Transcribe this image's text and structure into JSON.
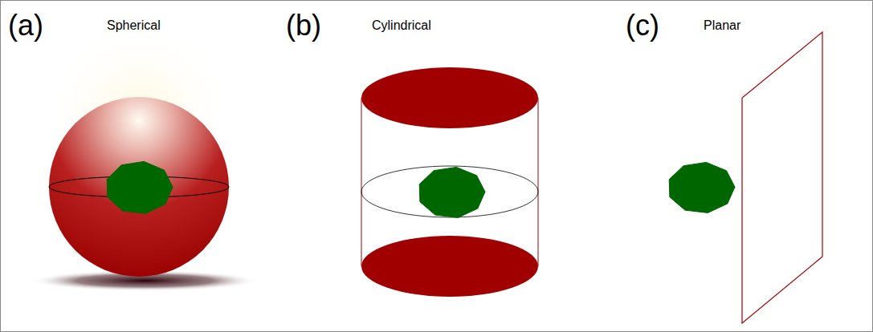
{
  "diagram": {
    "labels": [
      "(a)",
      "Spherical",
      "(b)",
      "Cylindrical",
      "(c)",
      "Planar"
    ]
  }
}
